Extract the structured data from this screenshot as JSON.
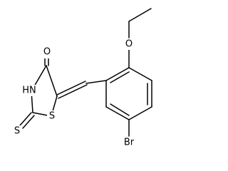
{
  "molecule": {
    "atoms": {
      "o_carbonyl": "O",
      "n_h": "HN",
      "s_ring": "S",
      "s_thione": "S",
      "o_ether": "O",
      "br": "Br"
    }
  }
}
